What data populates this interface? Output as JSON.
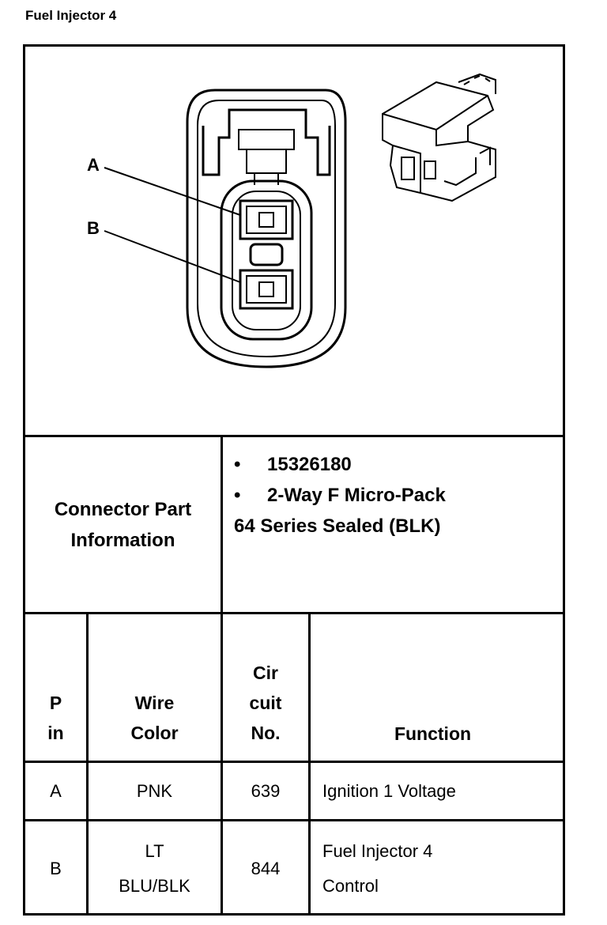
{
  "title": "Fuel Injector 4",
  "diagram": {
    "pin_labels": [
      "A",
      "B"
    ]
  },
  "part_info": {
    "label_line1": "Connector Part",
    "label_line2": "Information",
    "bullet": "•",
    "part_number": "15326180",
    "description": "2-Way F Micro-Pack",
    "series": "64 Series Sealed (BLK)"
  },
  "table": {
    "headers": {
      "pin": [
        "P",
        "in"
      ],
      "wire_color": [
        "Wire",
        "Color"
      ],
      "circuit": [
        "Cir",
        "cuit",
        "No."
      ],
      "function": "Function"
    },
    "rows": [
      {
        "pin": "A",
        "wire_color": [
          "PNK"
        ],
        "circuit": "639",
        "function": [
          "Ignition 1 Voltage"
        ]
      },
      {
        "pin": "B",
        "wire_color": [
          "LT",
          "BLU/BLK"
        ],
        "circuit": "844",
        "function": [
          "Fuel Injector 4",
          "Control"
        ]
      }
    ]
  }
}
